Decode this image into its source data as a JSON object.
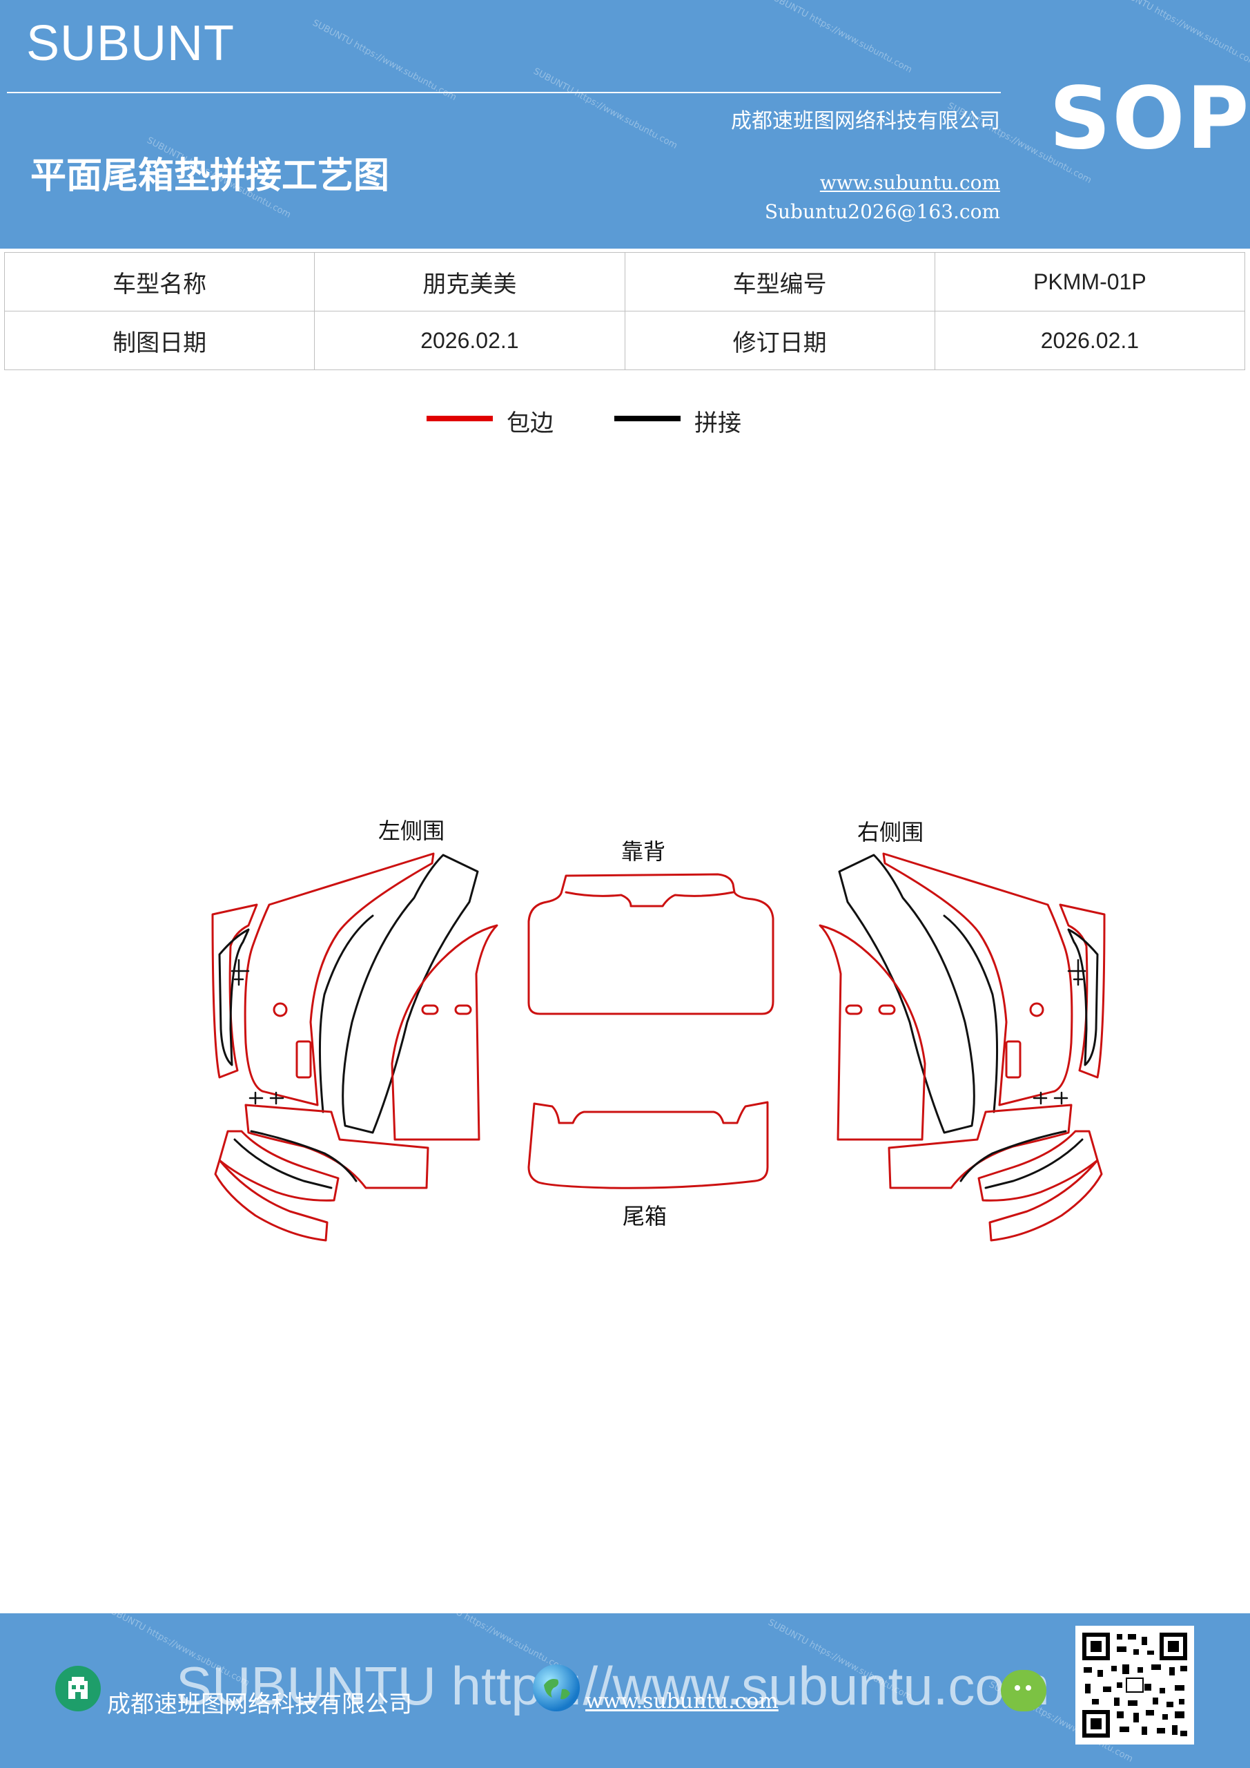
{
  "header": {
    "brand": "SUBUNT",
    "title": "平面尾箱垫拼接工艺图",
    "company": "成都速班图网络科技有限公司",
    "website": "www.subuntu.com",
    "email": "Subuntu2026@163.com",
    "badge": "SOP",
    "background_color": "#5b9bd5"
  },
  "info_table": {
    "rows": [
      [
        {
          "label": "车型名称",
          "value": "朋克美美"
        },
        {
          "label": "车型编号",
          "value": "PKMM-01P"
        }
      ],
      [
        {
          "label": "制图日期",
          "value": "2026.02.1"
        },
        {
          "label": "修订日期",
          "value": "2026.02.1"
        }
      ]
    ]
  },
  "legend": {
    "items": [
      {
        "label": "包边",
        "color": "#e00000"
      },
      {
        "label": "拼接",
        "color": "#000000"
      }
    ]
  },
  "diagram": {
    "labels": {
      "left_side": "左侧围",
      "backrest": "靠背",
      "right_side": "右侧围",
      "trunk": "尾箱"
    },
    "edge_color": "#cc1111",
    "seam_color": "#111111"
  },
  "footer": {
    "watermark": "SUBUNTU https://www.subuntu.com",
    "company": "成都速班图网络科技有限公司",
    "website": "www.subuntu.com",
    "icons": [
      "building-icon",
      "globe-icon",
      "wechat-icon",
      "qr-code-icon"
    ]
  }
}
